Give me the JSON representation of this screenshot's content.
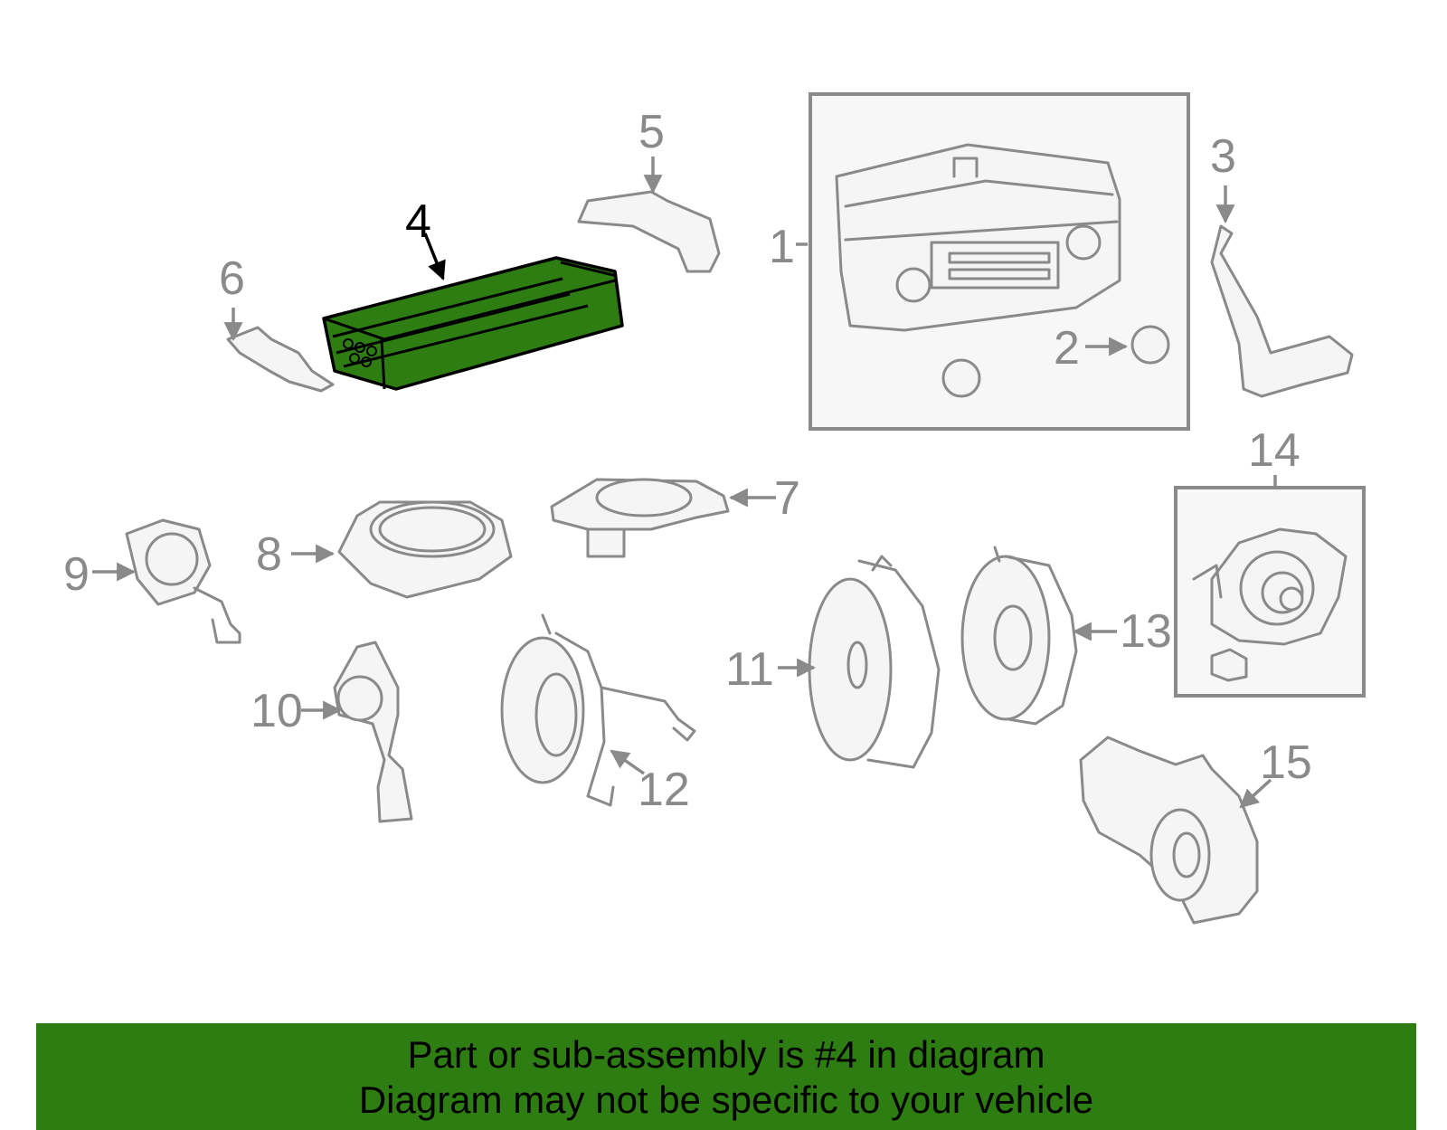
{
  "callouts": {
    "c1": "1",
    "c2": "2",
    "c3": "3",
    "c4": "4",
    "c5": "5",
    "c6": "6",
    "c7": "7",
    "c8": "8",
    "c9": "9",
    "c10": "10",
    "c11": "11",
    "c12": "12",
    "c13": "13",
    "c14": "14",
    "c15": "15"
  },
  "highlighted_part": "4",
  "colors": {
    "highlight": "#2e7d12",
    "outline": "#8a8a8a",
    "banner": "#2e7d12"
  },
  "banner": {
    "line1": "Part or sub-assembly is #4 in diagram",
    "line2": "Diagram may not be specific to your vehicle"
  }
}
